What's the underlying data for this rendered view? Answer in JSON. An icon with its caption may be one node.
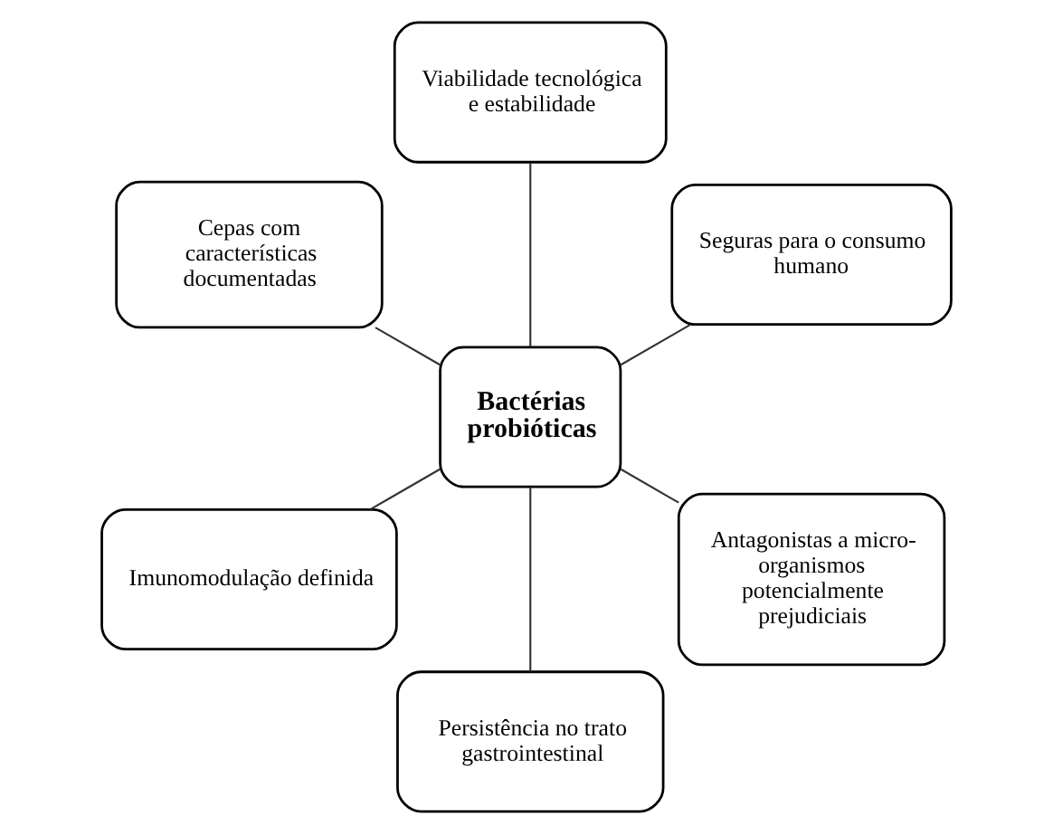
{
  "diagram": {
    "nodes": [
      {
        "text": [
          "Bactérias probióticas"
        ]
      },
      {
        "text": [
          "Seguras para o consumo humano"
        ]
      },
      {
        "text": [
          "Viabilidade tecnológica e estabilidade"
        ]
      },
      {
        "text": [
          "Cepas com características documentadas"
        ]
      },
      {
        "text": [
          "Imunomodulação definida"
        ]
      },
      {
        "text": [
          "Persistência no trato gastrointestinal"
        ]
      },
      {
        "text": [
          "Antagonistas a micro-organismos potencialmente prejudiciais"
        ]
      }
    ],
    "edges": [
      {
        "from": 0,
        "to": 1,
        "arrow": "none"
      },
      {
        "from": 0,
        "to": 2,
        "arrow": "none"
      },
      {
        "from": 0,
        "to": 3,
        "arrow": "none"
      },
      {
        "from": 0,
        "to": 4,
        "arrow": "none"
      },
      {
        "from": 0,
        "to": 5,
        "arrow": "none"
      },
      {
        "from": 0,
        "to": 6,
        "arrow": "none"
      }
    ]
  }
}
